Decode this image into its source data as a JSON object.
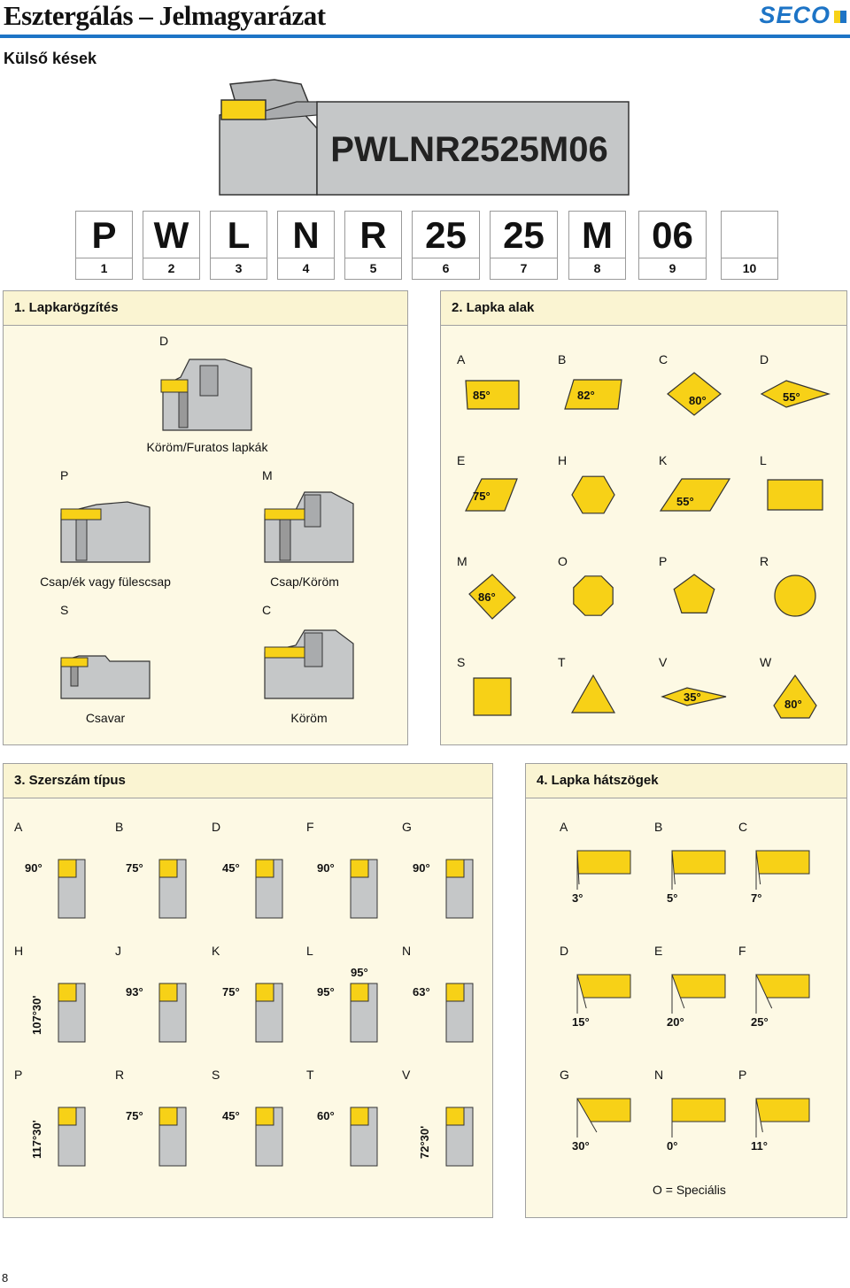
{
  "header": {
    "title": "Esztergálás – Jelmagyarázat",
    "logo": "SECO",
    "subtitle": "Külső kések"
  },
  "tool_label": "PWLNR2525M06",
  "code": [
    {
      "letter": "P",
      "num": "1"
    },
    {
      "letter": "W",
      "num": "2"
    },
    {
      "letter": "L",
      "num": "3"
    },
    {
      "letter": "N",
      "num": "4"
    },
    {
      "letter": "R",
      "num": "5"
    },
    {
      "letter": "25",
      "num": "6"
    },
    {
      "letter": "25",
      "num": "7"
    },
    {
      "letter": "M",
      "num": "8"
    },
    {
      "letter": "06",
      "num": "9"
    },
    {
      "letter": "",
      "num": "10"
    }
  ],
  "section1": {
    "title": "1. Lapkarögzítés",
    "d_label": "D",
    "group_caption": "Köröm/Furatos lapkák",
    "p_label": "P",
    "m_label": "M",
    "pm_caption_left": "Csap/ék vagy fülescsap",
    "pm_caption_right": "Csap/Köröm",
    "s_label": "S",
    "c_label": "C",
    "s_caption": "Csavar",
    "c_caption": "Köröm"
  },
  "section2": {
    "title": "2. Lapka alak",
    "shapes": [
      {
        "label": "A",
        "angle": "85°"
      },
      {
        "label": "B",
        "angle": "82°"
      },
      {
        "label": "C",
        "angle": "80°"
      },
      {
        "label": "D",
        "angle": "55°"
      },
      {
        "label": "E",
        "angle": "75°"
      },
      {
        "label": "H",
        "angle": ""
      },
      {
        "label": "K",
        "angle": "55°"
      },
      {
        "label": "L",
        "angle": ""
      },
      {
        "label": "M",
        "angle": "86°"
      },
      {
        "label": "O",
        "angle": ""
      },
      {
        "label": "P",
        "angle": ""
      },
      {
        "label": "R",
        "angle": ""
      },
      {
        "label": "S",
        "angle": ""
      },
      {
        "label": "T",
        "angle": ""
      },
      {
        "label": "V",
        "angle": "35°"
      },
      {
        "label": "W",
        "angle": "80°"
      }
    ]
  },
  "section3": {
    "title": "3. Szerszám típus",
    "types": [
      {
        "label": "A",
        "angle": "90°"
      },
      {
        "label": "B",
        "angle": "75°"
      },
      {
        "label": "D",
        "angle": "45°"
      },
      {
        "label": "F",
        "angle": "90°"
      },
      {
        "label": "G",
        "angle": "90°"
      },
      {
        "label": "H",
        "angle": "107°30'"
      },
      {
        "label": "J",
        "angle": "93°"
      },
      {
        "label": "K",
        "angle": "75°"
      },
      {
        "label": "L",
        "angle": "95°",
        "angle2": "95°"
      },
      {
        "label": "N",
        "angle": "63°"
      },
      {
        "label": "P",
        "angle": "117°30'"
      },
      {
        "label": "R",
        "angle": "75°"
      },
      {
        "label": "S",
        "angle": "45°"
      },
      {
        "label": "T",
        "angle": "60°"
      },
      {
        "label": "V",
        "angle": "72°30'"
      }
    ]
  },
  "section4": {
    "title": "4. Lapka hátszögek",
    "items": [
      {
        "label": "A",
        "angle": "3°"
      },
      {
        "label": "B",
        "angle": "5°"
      },
      {
        "label": "C",
        "angle": "7°"
      },
      {
        "label": "D",
        "angle": "15°"
      },
      {
        "label": "E",
        "angle": "20°"
      },
      {
        "label": "F",
        "angle": "25°"
      },
      {
        "label": "G",
        "angle": "30°"
      },
      {
        "label": "N",
        "angle": "0°"
      },
      {
        "label": "P",
        "angle": "11°"
      }
    ],
    "note": "O = Speciális"
  },
  "page_number": "8",
  "colors": {
    "insert": "#f7d117",
    "holder": "#c5c7c8",
    "outline": "#333333",
    "accent": "#1d74c6",
    "panel_bg": "#fdf9e4"
  }
}
